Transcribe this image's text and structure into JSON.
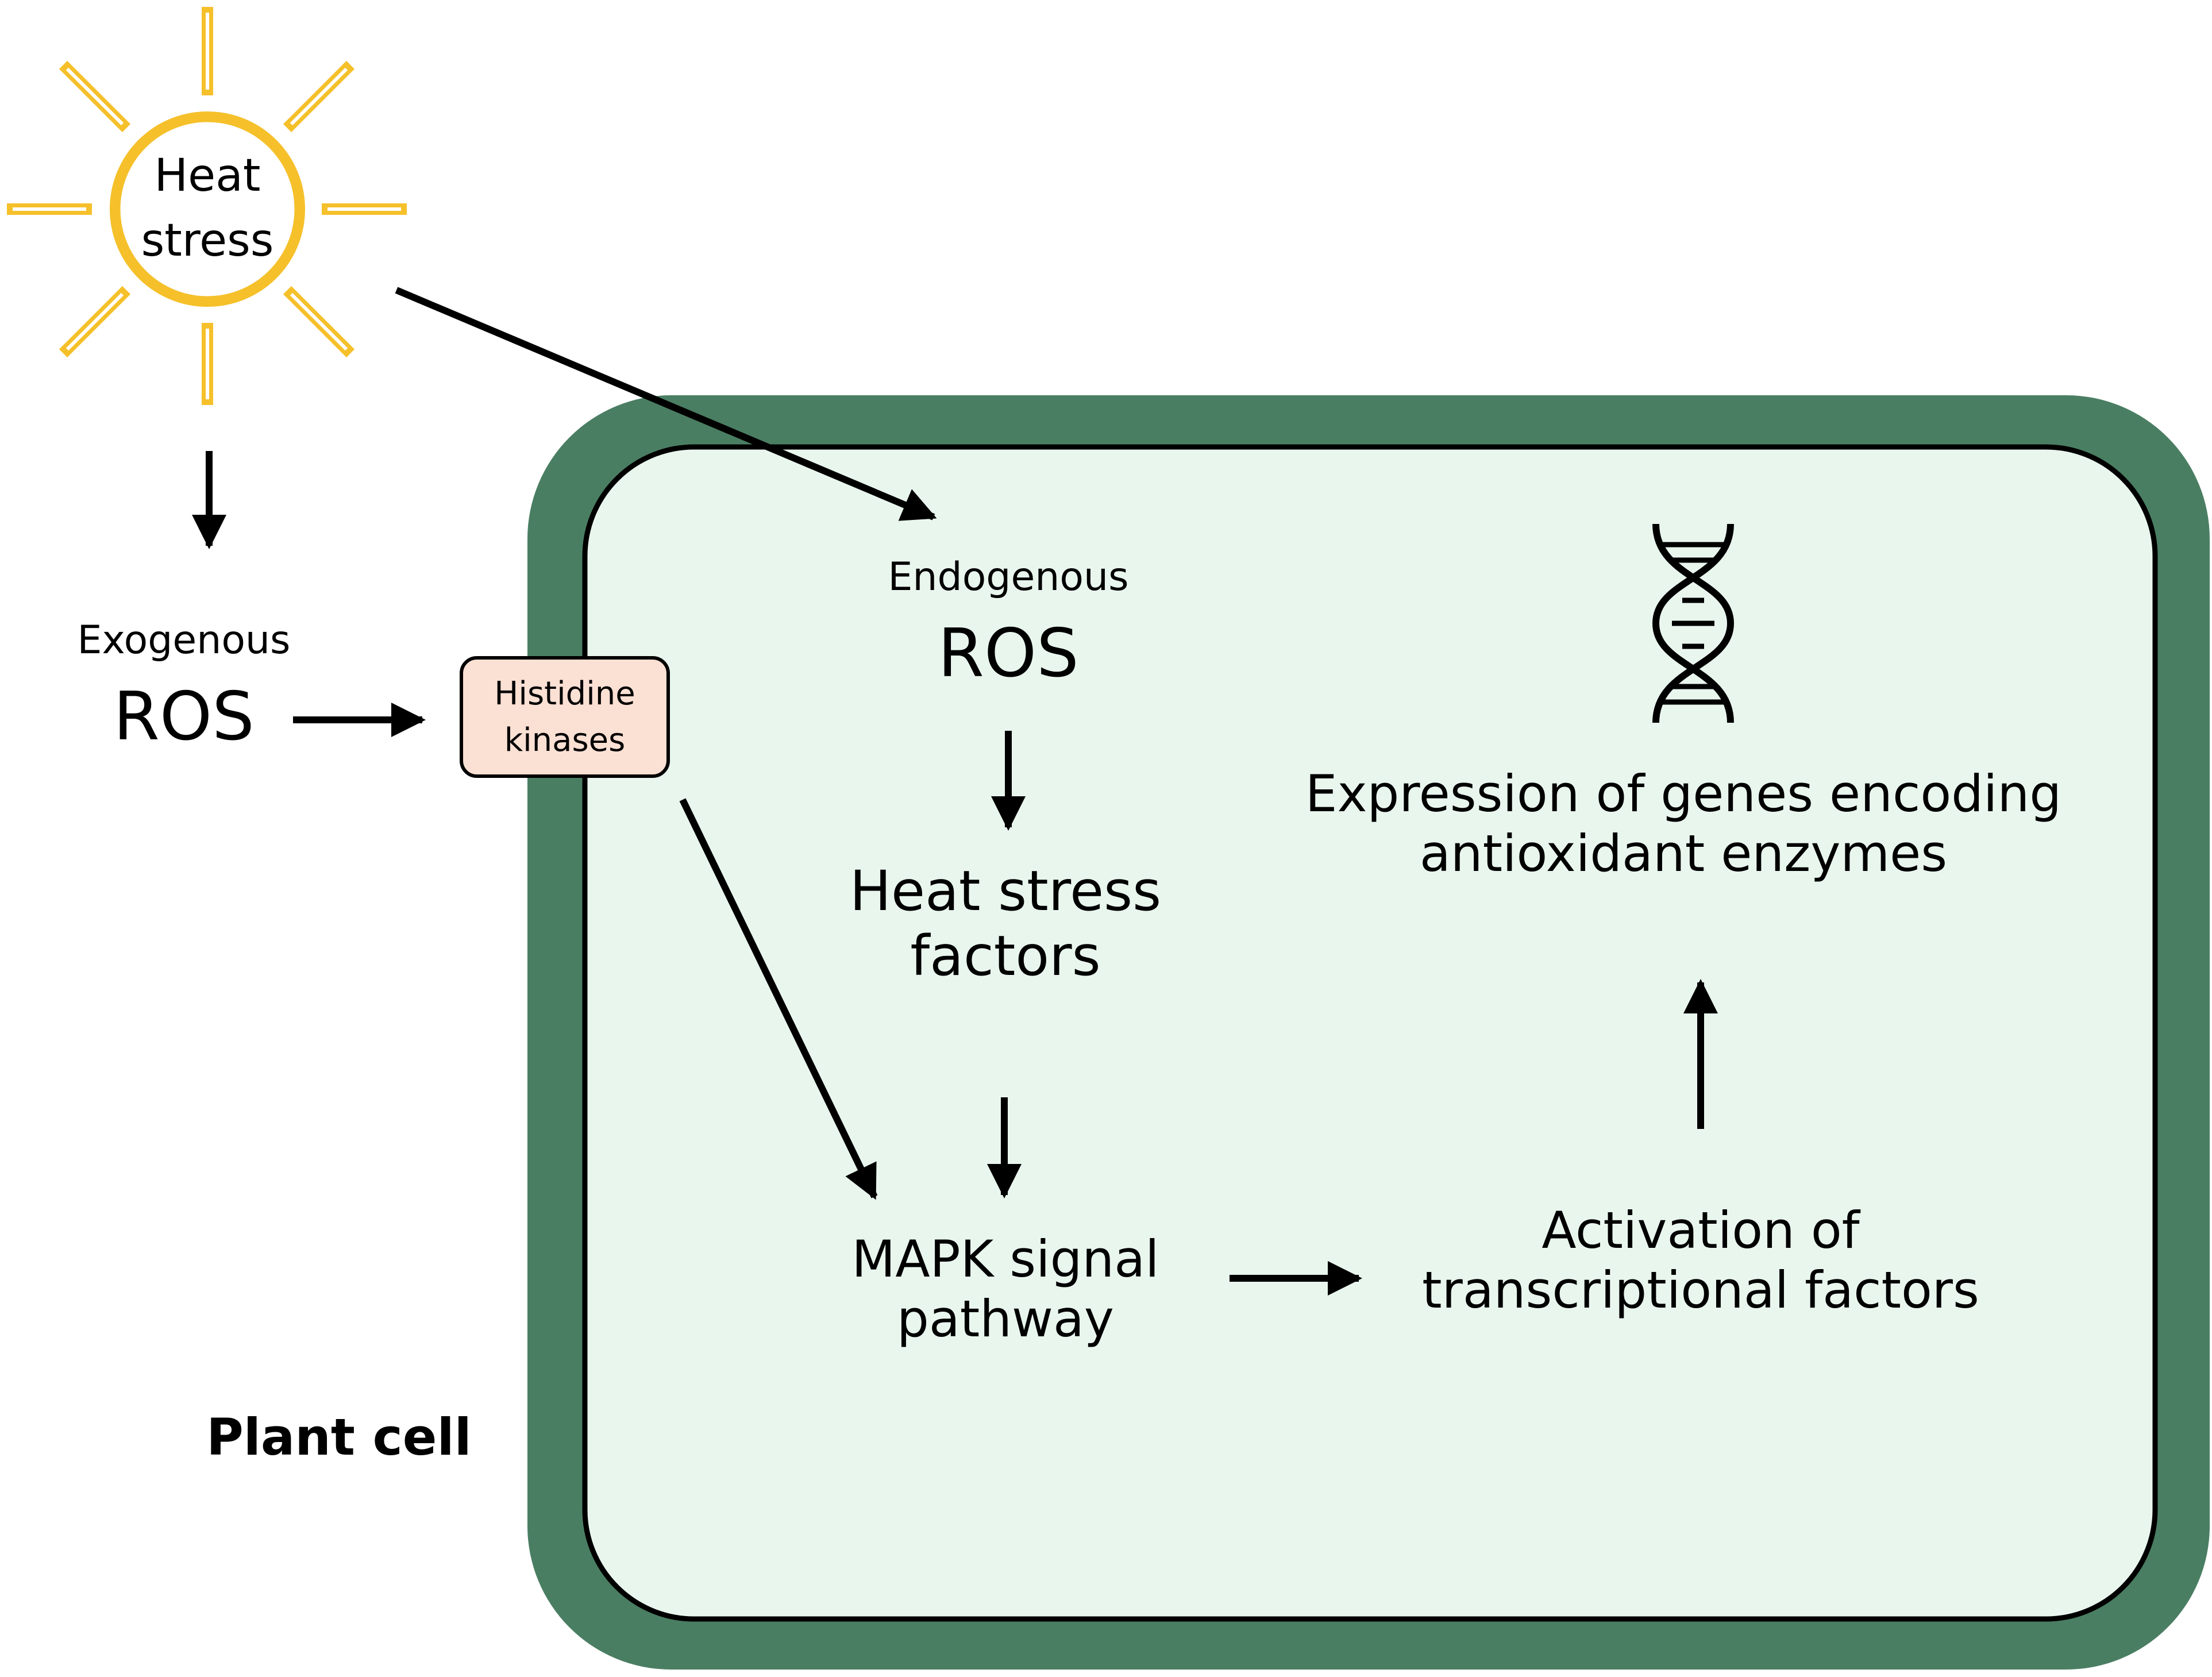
{
  "diagram": {
    "sun_label": [
      "Heat",
      "stress"
    ],
    "exogenous": {
      "qualifier": "Exogenous",
      "term": "ROS"
    },
    "histidine_kinases": [
      "Histidine",
      "kinases"
    ],
    "endogenous": {
      "qualifier": "Endogenous",
      "term": "ROS"
    },
    "heat_stress_factors": [
      "Heat stress",
      "factors"
    ],
    "mapk": [
      "MAPK signal",
      "pathway"
    ],
    "expression": [
      "Expression of genes encoding",
      "antioxidant enzymes"
    ],
    "activation": [
      "Activation of",
      "transcriptional factors"
    ],
    "plant_cell": "Plant cell"
  },
  "colors": {
    "sun": "#f5c02a",
    "cell_wall": "#4a7e63",
    "cytoplasm": "#e9f6ee",
    "kinase_box": "#fbe0d4"
  },
  "icons": [
    "sun-icon",
    "dna-icon"
  ]
}
